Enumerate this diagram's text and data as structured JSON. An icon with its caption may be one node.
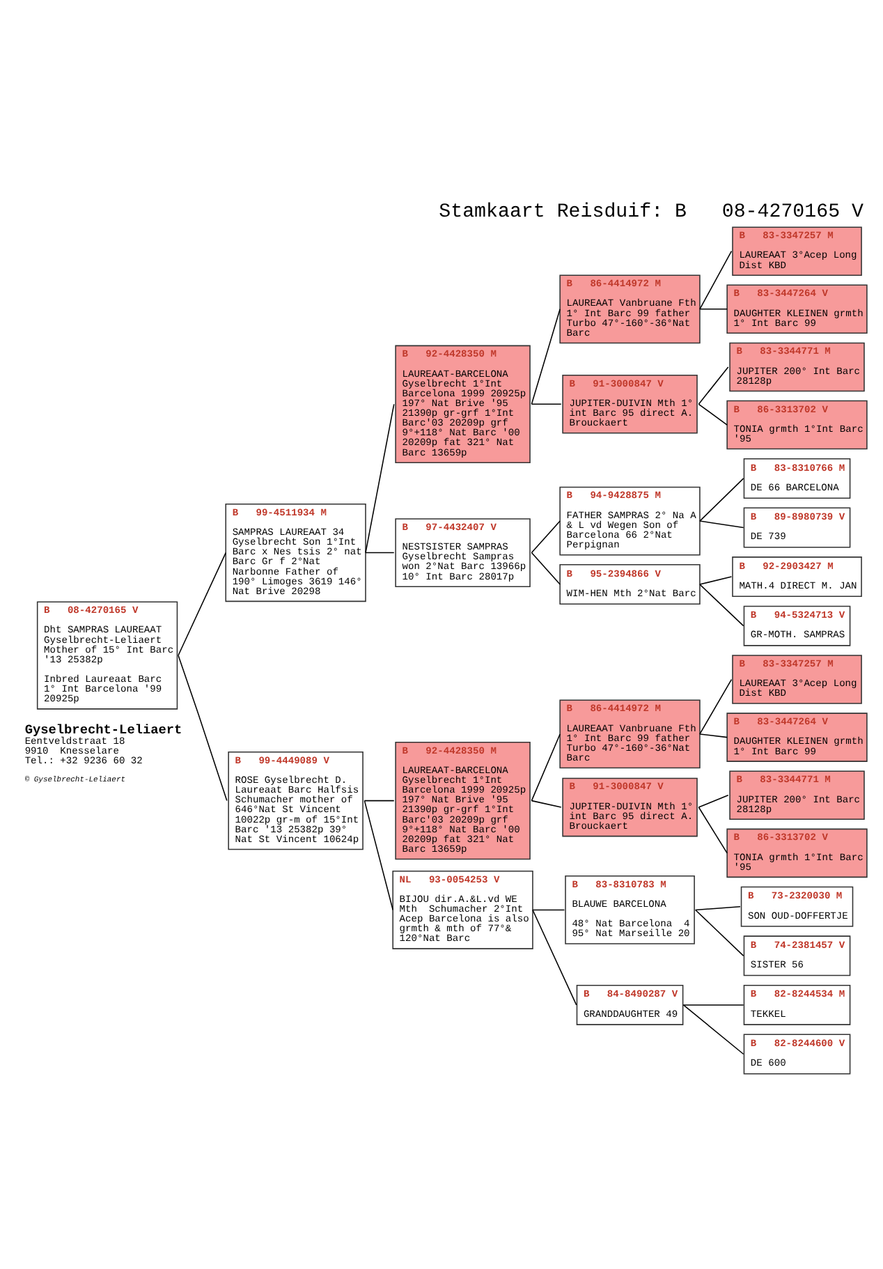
{
  "diagram": {
    "title": "Stamkaart Reisduif: B   08-4270165 V",
    "nodes": [
      {
        "text": [
          "B   08-4270165 V",
          "Dht SAMPRAS LAUREAAT Gyselbrecht-Leliaert Mother of 15° Int Barc '13 25382p",
          "Inbred Laureaat Barc 1° Int Barcelona '99 20925p"
        ]
      },
      {
        "text": [
          "B   99-4511934 M",
          "SAMPRAS LAUREAAT 34 Gyselbrecht Son 1°Int Barc x Nes tsis 2° nat Barc Gr f 2°Nat Narbonne Father of 190° Limoges 3619 146° Nat Brive 20298"
        ]
      },
      {
        "text": [
          "B   99-4449089 V",
          "ROSE Gyselbrecht D. Laureaat Barc Halfsis Schumacher mother of 646°Nat St Vincent 10022p gr-m of 15°Int Barc '13 25382p 39° Nat St Vincent 10624p"
        ]
      },
      {
        "text": [
          "B   92-4428350 M",
          "LAUREAAT-BARCELONA Gyselbrecht 1°Int Barcelona 1999 20925p 197° Nat Brive '95 21390p gr-grf 1°Int Barc'03 20209p grf 9°+118° Nat Barc '00 20209p fat 321° Nat Barc 13659p"
        ]
      },
      {
        "text": [
          "B   97-4432407 V",
          "NESTSISTER SAMPRAS Gyselbrecht Sampras won 2°Nat Barc 13966p 10° Int Barc 28017p"
        ]
      },
      {
        "text": [
          "B   92-4428350 M",
          "LAUREAAT-BARCELONA Gyselbrecht 1°Int Barcelona 1999 20925p 197° Nat Brive '95 21390p gr-grf 1°Int Barc'03 20209p grf 9°+118° Nat Barc '00 20209p fat 321° Nat Barc 13659p"
        ]
      },
      {
        "text": [
          "NL   93-0054253 V",
          "BIJOU dir.A.&L.vd WE Mth  Schumacher 2°Int Acep Barcelona is also grmth & mth of 77°& 120°Nat Barc"
        ]
      },
      {
        "text": [
          "B   86-4414972 M",
          "LAUREAAT Vanbruane Fth 1° Int Barc 99 father Turbo 47°-160°-36°Nat Barc"
        ]
      },
      {
        "text": [
          "B   91-3000847 V",
          "JUPITER-DUIVIN Mth 1° int Barc 95 direct A. Brouckaert"
        ]
      },
      {
        "text": [
          "B   94-9428875 M",
          "FATHER SAMPRAS 2° Na A & L vd Wegen Son of Barcelona 66 2°Nat Perpignan"
        ]
      },
      {
        "text": [
          "B   95-2394866 V",
          "WIM-HEN Mth 2°Nat Barc"
        ]
      },
      {
        "text": [
          "B   86-4414972 M",
          "LAUREAAT Vanbruane Fth 1° Int Barc 99 father Turbo 47°-160°-36°Nat Barc"
        ]
      },
      {
        "text": [
          "B   91-3000847 V",
          "JUPITER-DUIVIN Mth 1° int Barc 95 direct A. Brouckaert"
        ]
      },
      {
        "text": [
          "B   83-8310783 M",
          "BLAUWE BARCELONA",
          "48° Nat Barcelona  4 95° Nat Marseille 20"
        ]
      },
      {
        "text": [
          "B   84-8490287 V",
          "GRANDDAUGHTER 49"
        ]
      },
      {
        "text": [
          "B   83-3347257 M",
          "LAUREAAT 3°Acep Long Dist KBD"
        ]
      },
      {
        "text": [
          "B   83-3447264 V",
          "DAUGHTER KLEINEN grmth 1° Int Barc 99"
        ]
      },
      {
        "text": [
          "B   83-3344771 M",
          "JUPITER 200° Int Barc 28128p"
        ]
      },
      {
        "text": [
          "B   86-3313702 V",
          "TONIA grmth 1°Int Barc '95"
        ]
      },
      {
        "text": [
          "B   83-8310766 M",
          "DE 66 BARCELONA"
        ]
      },
      {
        "text": [
          "B   89-8980739 V",
          "DE 739"
        ]
      },
      {
        "text": [
          "B   92-2903427 M",
          "MATH.4 DIRECT M. JAN"
        ]
      },
      {
        "text": [
          "B   94-5324713 V",
          "GR-MOTH. SAMPRAS"
        ]
      },
      {
        "text": [
          "B   83-3347257 M",
          "LAUREAAT 3°Acep Long Dist KBD"
        ]
      },
      {
        "text": [
          "B   83-3447264 V",
          "DAUGHTER KLEINEN grmth 1° Int Barc 99"
        ]
      },
      {
        "text": [
          "B   83-3344771 M",
          "JUPITER 200° Int Barc 28128p"
        ]
      },
      {
        "text": [
          "B   86-3313702 V",
          "TONIA grmth 1°Int Barc '95"
        ]
      },
      {
        "text": [
          "B   73-2320030 M",
          "SON OUD-DOFFERTJE"
        ]
      },
      {
        "text": [
          "B   74-2381457 V",
          "SISTER 56"
        ]
      },
      {
        "text": [
          "B   82-8244534 M",
          "TEKKEL"
        ]
      },
      {
        "text": [
          "B   82-8244600 V",
          "DE 600"
        ]
      }
    ],
    "edges": [
      {
        "from": 0,
        "to": 1,
        "arrow": "none"
      },
      {
        "from": 0,
        "to": 2,
        "arrow": "none"
      },
      {
        "from": 1,
        "to": 3,
        "arrow": "none"
      },
      {
        "from": 1,
        "to": 4,
        "arrow": "none"
      },
      {
        "from": 2,
        "to": 5,
        "arrow": "none"
      },
      {
        "from": 2,
        "to": 6,
        "arrow": "none"
      },
      {
        "from": 3,
        "to": 7,
        "arrow": "none"
      },
      {
        "from": 3,
        "to": 8,
        "arrow": "none"
      },
      {
        "from": 4,
        "to": 9,
        "arrow": "none"
      },
      {
        "from": 4,
        "to": 10,
        "arrow": "none"
      },
      {
        "from": 5,
        "to": 11,
        "arrow": "none"
      },
      {
        "from": 5,
        "to": 12,
        "arrow": "none"
      },
      {
        "from": 6,
        "to": 13,
        "arrow": "none"
      },
      {
        "from": 6,
        "to": 14,
        "arrow": "none"
      },
      {
        "from": 7,
        "to": 15,
        "arrow": "none"
      },
      {
        "from": 7,
        "to": 16,
        "arrow": "none"
      },
      {
        "from": 8,
        "to": 17,
        "arrow": "none"
      },
      {
        "from": 8,
        "to": 18,
        "arrow": "none"
      },
      {
        "from": 9,
        "to": 19,
        "arrow": "none"
      },
      {
        "from": 9,
        "to": 20,
        "arrow": "none"
      },
      {
        "from": 10,
        "to": 21,
        "arrow": "none"
      },
      {
        "from": 10,
        "to": 22,
        "arrow": "none"
      },
      {
        "from": 11,
        "to": 23,
        "arrow": "none"
      },
      {
        "from": 11,
        "to": 24,
        "arrow": "none"
      },
      {
        "from": 12,
        "to": 25,
        "arrow": "none"
      },
      {
        "from": 12,
        "to": 26,
        "arrow": "none"
      },
      {
        "from": 13,
        "to": 27,
        "arrow": "none"
      },
      {
        "from": 13,
        "to": 28,
        "arrow": "none"
      },
      {
        "from": 14,
        "to": 29,
        "arrow": "none"
      },
      {
        "from": 14,
        "to": 30,
        "arrow": "none"
      }
    ],
    "labels": [
      "Gyselbrecht-Leliaert",
      "Eentveldstraat 18",
      "9910  Knesselare",
      "Tel.: +32 9236 60 32",
      "© Gyselbrecht-Leliaert"
    ]
  }
}
